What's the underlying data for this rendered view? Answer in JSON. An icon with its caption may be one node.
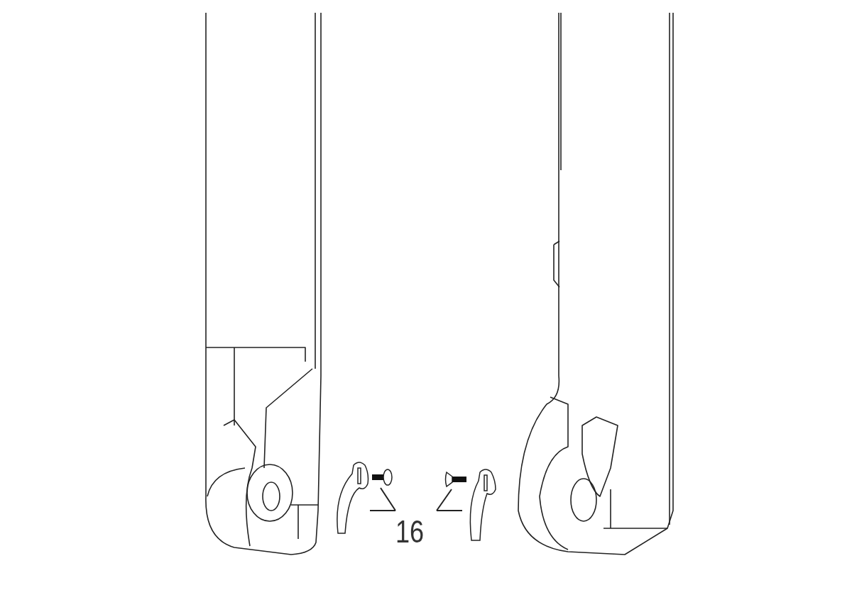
{
  "diagram": {
    "nodes": [
      {
        "text": [
          "16"
        ]
      },
      {
        "text": [],
        "shape": "picture"
      },
      {
        "text": [],
        "shape": "picture"
      },
      {
        "text": [],
        "shape": "picture"
      },
      {
        "text": [],
        "shape": "picture"
      }
    ],
    "edges": [
      {
        "from": 0,
        "to": 1,
        "arrow": "none"
      },
      {
        "from": 0,
        "to": 2,
        "arrow": "none"
      },
      {
        "from": 0,
        "to": 3,
        "arrow": "none"
      },
      {
        "from": 0,
        "to": 4,
        "arrow": "none"
      }
    ]
  }
}
